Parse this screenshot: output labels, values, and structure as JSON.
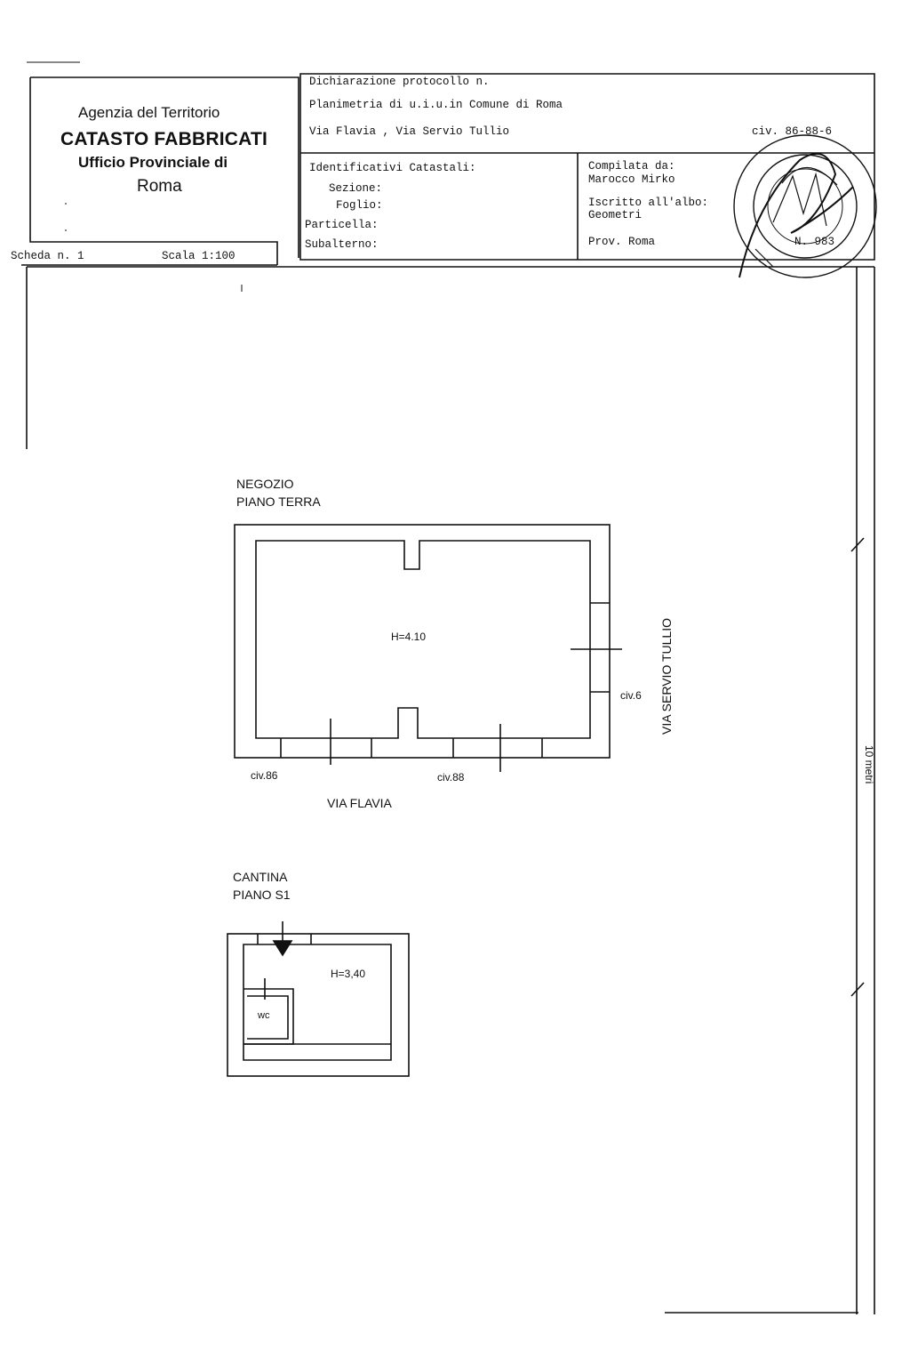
{
  "header": {
    "agency": "Agenzia del Territorio",
    "catasto": "CATASTO FABBRICATI",
    "ufficio": "Ufficio Provinciale di",
    "city": "Roma"
  },
  "declaration": {
    "protocol": "Dichiarazione protocollo n.",
    "planimetry": "Planimetria di u.i.u.in Comune di Roma",
    "address": "Via Flavia , Via Servio Tullio",
    "civ": "civ. 86-88-6"
  },
  "identifiers": {
    "title": "Identificativi Catastali:",
    "sezione": "Sezione:",
    "foglio": "Foglio:",
    "particella": "Particella:",
    "subalterno": "Subalterno:"
  },
  "compiler": {
    "compiled_by": "Compilata da:",
    "name": "Marocco Mirko",
    "registered": "Iscritto all'albo:",
    "profession": "Geometri",
    "province": "Prov. Roma",
    "number": "N. 983"
  },
  "sheet": {
    "scheda": "Scheda n. 1",
    "scala": "Scala 1:100"
  },
  "plan_shop": {
    "title": "NEGOZIO",
    "floor": "PIANO TERRA",
    "height": "H=4.10",
    "civ_6": "civ.6",
    "civ_86": "civ.86",
    "civ_88": "civ.88",
    "street_bottom": "VIA FLAVIA",
    "street_right": "VIA SERVIO TULLIO"
  },
  "plan_cellar": {
    "title": "CANTINA",
    "floor": "PIANO S1",
    "height": "H=3,40",
    "wc": "wc"
  },
  "scale_bar": {
    "label": "10 metri"
  }
}
